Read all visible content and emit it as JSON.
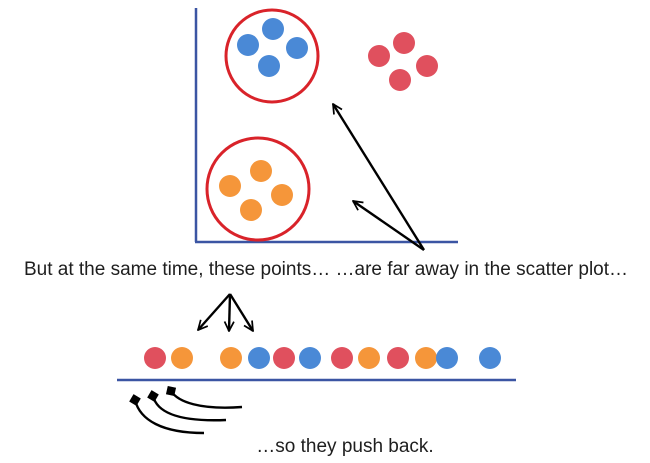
{
  "colors": {
    "axis": "#3b55a3",
    "highlight_ring": "#d9232a",
    "arrow": "#000000",
    "point_blue": "#4a89d6",
    "point_red": "#e0505e",
    "point_orange": "#f5963a",
    "text": "#1e1e1e"
  },
  "captions": {
    "middle": "But at the same time, these points… …are far away in the scatter plot…",
    "bottom": "…so they push back."
  },
  "scatter_plot": {
    "clusters": [
      {
        "color": "blue",
        "points": 4,
        "highlighted": true
      },
      {
        "color": "red",
        "points": 4,
        "highlighted": false
      },
      {
        "color": "orange",
        "points": 4,
        "highlighted": true
      }
    ]
  },
  "number_line": {
    "points": [
      "red",
      "orange",
      "orange",
      "blue",
      "red",
      "blue",
      "red",
      "orange",
      "red",
      "orange",
      "blue",
      "blue"
    ]
  }
}
